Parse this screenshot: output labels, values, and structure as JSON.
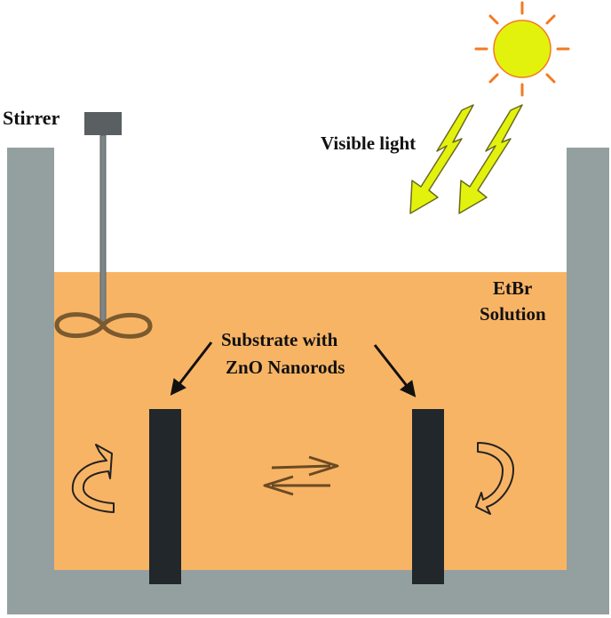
{
  "labels": {
    "stirrer": "Stirrer",
    "visible_light": "Visible light",
    "etbr_line1": "EtBr",
    "etbr_line2": "Solution",
    "substrate_line1": "Substrate with",
    "substrate_line2": "ZnO Nanorods"
  },
  "colors": {
    "tank_wall": "#94A0A0",
    "solution": "#F8B465",
    "substrate": "#21272B",
    "stirrer": "#5A5F61",
    "sun_fill": "#E3F20C",
    "sun_outline": "#F47920",
    "bolt_fill": "#E3F20C",
    "bolt_outline": "#6A6A23",
    "propeller": "#7A5A2E"
  }
}
